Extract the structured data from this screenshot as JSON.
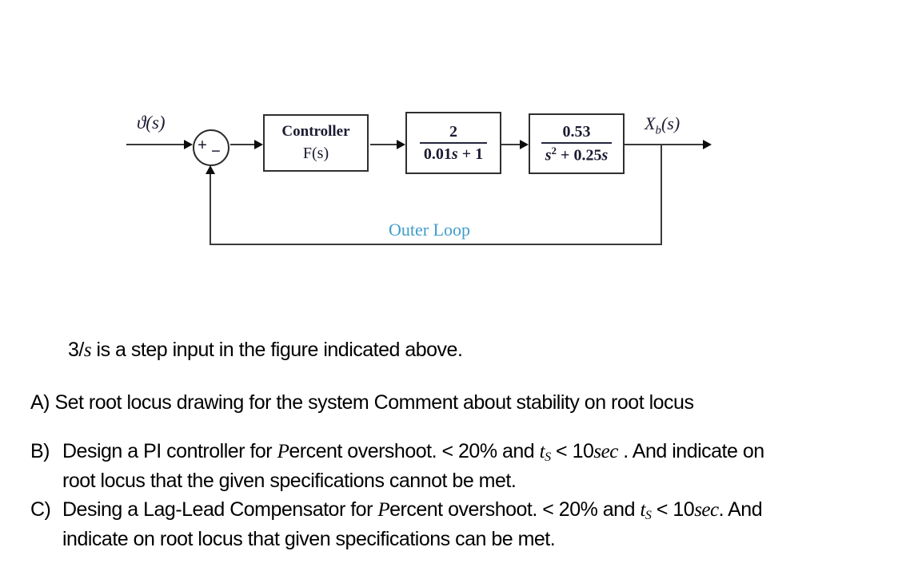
{
  "figure": {
    "input_label": "ϑ(s)",
    "sum_plus": "+",
    "sum_minus": "−",
    "controller_title": "Controller",
    "controller_fs": "F(s)",
    "plant1_num": "2",
    "plant1_den_pre": "0.01",
    "s": "s",
    "plant1_den_post": " + 1",
    "plant2_num": "0.53",
    "plant2_sup": "2",
    "plant2_den_mid": " + 0.25",
    "output_base": "X",
    "output_sub": "b",
    "output_tail": "(s)",
    "loop_label": "Outer Loop"
  },
  "problem": {
    "note_pre": "3/",
    "note_s": "s",
    "note_post": " is a step input in the figure indicated above.",
    "item_a": "A) Set root locus drawing for the system Comment about stability on root locus",
    "b_label": "B)",
    "b_seg1": "Design a PI controller for ",
    "p_italic": "P",
    "percent_rest": "ercent overshoot. < 20% and ",
    "t_italic": "t",
    "t_sub": "S",
    "lt10": " < 10",
    "sec_italic": "sec",
    "b_tail": " . And indicate on",
    "b_line2": "root locus that the given specifications cannot be met.",
    "c_label": "C)",
    "c_seg1": "Desing a Lag-Lead Compensator for ",
    "c_tail": ". And",
    "c_line2": "indicate on root locus that given specifications can be met."
  },
  "colors": {
    "loop_label": "#3f9dca",
    "diagram_text": "#1b1b33",
    "body_text": "#000000"
  }
}
